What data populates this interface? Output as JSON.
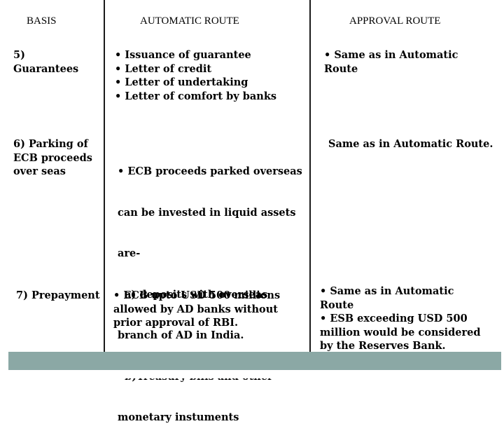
{
  "headers": {
    "basis": "BASIS",
    "automatic": "AUTOMATIC ROUTE",
    "approval": "APPROVAL ROUTE"
  },
  "rows": [
    {
      "basis": [
        "5)",
        "Guarantees"
      ],
      "automatic": [
        "• Issuance of guarantee",
        "• Letter of credit",
        "• Letter of undertaking",
        "• Letter of comfort by banks"
      ],
      "approval": [
        "•  Same as in Automatic",
        "Route"
      ]
    },
    {
      "basis": [
        "6) Parking of",
        "ECB proceeds",
        "over seas"
      ],
      "automatic": [
        "• ECB proceeds parked overseas",
        "can be invested in liquid assets",
        "are-",
        "  a) deposits with overseas",
        "branch of AD in India.",
        "  b)Treasury bills and other",
        "monetary instuments"
      ],
      "approval": [
        "Same as in Automatic Route."
      ]
    },
    {
      "basis": [
        "7) Prepayment"
      ],
      "automatic": [
        "• ECB upto USD 500 millions",
        "allowed by AD banks without",
        "prior  approval of RBI."
      ],
      "approval": [
        "• Same as in Automatic",
        "Route",
        "• ESB exceeding USD 500",
        "million would be considered",
        "by the Reserves Bank."
      ]
    }
  ]
}
